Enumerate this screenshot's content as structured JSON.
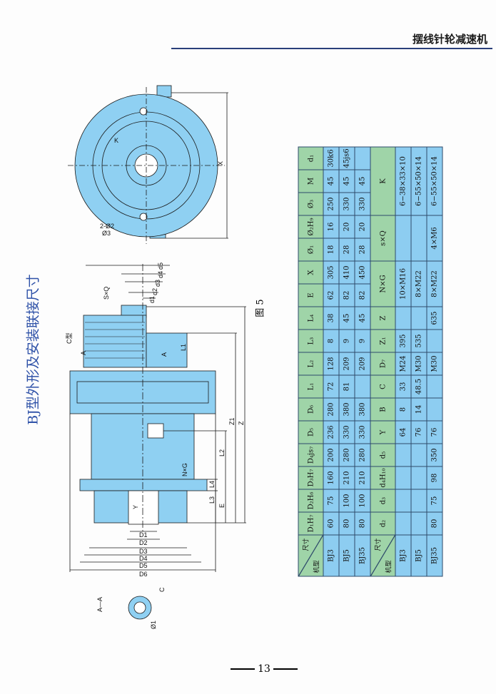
{
  "header": {
    "title": "摆线针轮减速机"
  },
  "page_title": "BJ型外形及安装联接尺寸",
  "figure_label": "图 5",
  "page_number": "13",
  "colors": {
    "header_cell": "#9fd4a8",
    "value_cell": "#8dcdf1",
    "drawing_fill": "#8fd0f2",
    "title": "#2f52a8"
  },
  "drawing": {
    "top_view": {
      "K": "K",
      "X": "X",
      "hole1": "2-Ø2",
      "hole2": "Ø3"
    },
    "side_view": {
      "d5": "d5",
      "d4": "d4",
      "d3": "d3",
      "d2": "d2",
      "d1": "d1",
      "sxq": "S×Q",
      "a1": "A",
      "a2": "A",
      "ctype": "C型",
      "L1": "L1",
      "Z1": "Z1",
      "Z": "Z",
      "L2": "L2",
      "NxG": "N×G",
      "L4": "L4",
      "L3": "L3",
      "E": "E",
      "Y": "Y",
      "D1": "D1",
      "D2": "D2",
      "D3": "D3",
      "D4": "D4",
      "D5": "D5",
      "D6": "D6"
    },
    "section": {
      "title": "A—A",
      "phi1": "Ø1",
      "C": "C"
    }
  },
  "table": {
    "corner_top": "尺寸",
    "corner_bottom": "机型",
    "header1": [
      "D₁H₇",
      "D₂H₆",
      "D₃H₇",
      "D₄js₇",
      "D₅",
      "D₆",
      "L₁",
      "L₂",
      "L₃",
      "L₄",
      "E",
      "X",
      "Ø₁",
      "Ø₂H₉",
      "Ø₃",
      "M",
      "d₁"
    ],
    "rows1": [
      {
        "model": "BJ3",
        "values": [
          "60",
          "75",
          "160",
          "200",
          "236",
          "280",
          "72",
          "128",
          "8",
          "38",
          "62",
          "305",
          "18",
          "16",
          "250",
          "45",
          "30k6"
        ]
      },
      {
        "model": "BJ5",
        "values": [
          "80",
          "100",
          "210",
          "280",
          "330",
          "380",
          "81",
          "209",
          "9",
          "45",
          "82",
          "410",
          "28",
          "20",
          "330",
          "45",
          "45js6"
        ]
      },
      {
        "model": "BJ35",
        "values": [
          "80",
          "100",
          "210",
          "280",
          "330",
          "380",
          "",
          "209",
          "9",
          "45",
          "82",
          "450",
          "28",
          "20",
          "330",
          "45",
          ""
        ]
      }
    ],
    "header2": [
      {
        "label": "d₂",
        "span": 1
      },
      {
        "label": "d₃",
        "span": 1
      },
      {
        "label": "d₄H₁₀",
        "span": 1
      },
      {
        "label": "d₅",
        "span": 1
      },
      {
        "label": "Y",
        "span": 1
      },
      {
        "label": "B",
        "span": 1
      },
      {
        "label": "C",
        "span": 1
      },
      {
        "label": "D₇",
        "span": 1
      },
      {
        "label": "Z₁",
        "span": 1
      },
      {
        "label": "Z",
        "span": 1
      },
      {
        "label": "N×G",
        "span": 2
      },
      {
        "label": "s×Q",
        "span": 2
      },
      {
        "label": "K",
        "span": 3
      }
    ],
    "rows2": [
      {
        "model": "BJ3",
        "values": [
          "",
          "",
          "",
          "",
          "64",
          "8",
          "33",
          "M24",
          "395",
          "",
          "10×M16",
          "",
          "6−38×33×10"
        ]
      },
      {
        "model": "BJ5",
        "values": [
          "",
          "",
          "",
          "",
          "76",
          "14",
          "48.5",
          "M30",
          "535",
          "",
          "8×M22",
          "",
          "6−55×50×14"
        ]
      },
      {
        "model": "BJ35",
        "values": [
          "80",
          "75",
          "98",
          "350",
          "76",
          "",
          "",
          "M30",
          "",
          "635",
          "8×M22",
          "4×M6",
          "6−55×50×14"
        ]
      }
    ]
  }
}
